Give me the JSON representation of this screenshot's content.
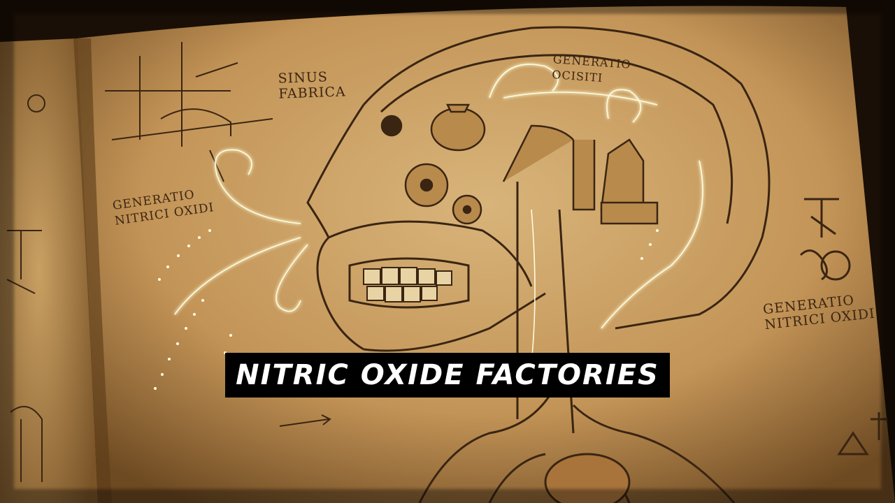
{
  "scene": {
    "description_icon": "anatomical-manuscript-illustration",
    "palette": {
      "parchment": "#c9a063",
      "ink": "#3a2512",
      "glow": "#f4f0c0",
      "shadow": "#1a0f06"
    }
  },
  "labels": {
    "sinus": [
      "SINUS",
      "FABRICA"
    ],
    "generatio_top": [
      "GENERATIO",
      "OCISITI"
    ],
    "generatio_left": [
      "GENERATIO",
      "NITRICI OXIDI"
    ],
    "generatio_right": [
      "GENERATIO",
      "NITRICI OXIDI"
    ]
  },
  "caption": "NITRIC OXIDE FACTORIES"
}
